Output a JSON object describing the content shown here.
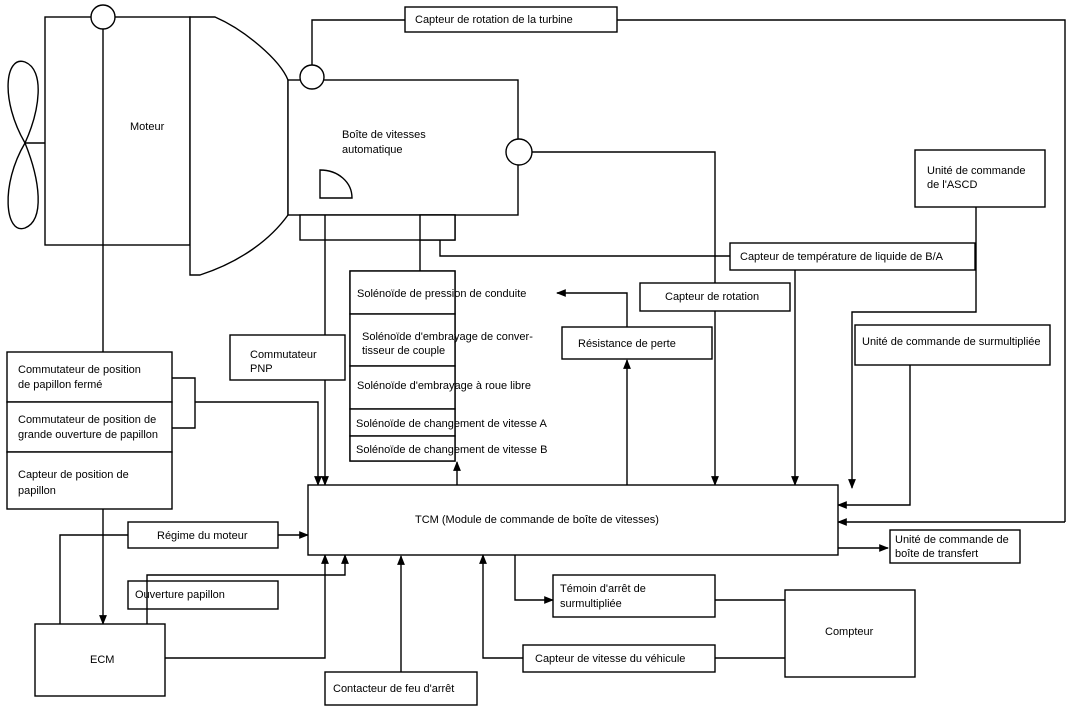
{
  "labels": {
    "engine": "Moteur",
    "gearbox_l1": "Boîte de vitesses",
    "gearbox_l2": "automatique",
    "turbine_sensor": "Capteur de rotation de la turbine",
    "ascd_l1": "Unité de commande",
    "ascd_l2": "de l'ASCD",
    "fluid_temp": "Capteur de température de liquide de B/A",
    "rotation_sensor": "Capteur de rotation",
    "overdrive_l1": "Unité de commande de surmultipliée",
    "sol_line_pressure": "Solénoïde de pression de conduite",
    "sol_tcc_l1": "Solénoïde d'embrayage de conver-",
    "sol_tcc_l2": "tisseur de couple",
    "sol_overrun": "Solénoïde d'embrayage à roue libre",
    "sol_shift_a": "Solénoïde de changement de vitesse A",
    "sol_shift_b": "Solénoïde de changement de vitesse B",
    "dropping_resistor": "Résistance de perte",
    "pnp_l1": "Commutateur",
    "pnp_l2": "PNP",
    "closed_throttle_l1": "Commutateur de position",
    "closed_throttle_l2": "de papillon fermé",
    "wot_l1": "Commutateur de position de",
    "wot_l2": "grande ouverture de papillon",
    "tps_l1": "Capteur de position de",
    "tps_l2": "papillon",
    "engine_speed": "Régime du moteur",
    "throttle_opening": "Ouverture papillon",
    "tcm": "TCM (Module de commande de boîte de vitesses)",
    "transfer_l1": "Unité de commande de",
    "transfer_l2": "boîte de transfert",
    "od_lamp_l1": "Témoin d'arrêt de",
    "od_lamp_l2": "surmultipliée",
    "meter": "Compteur",
    "vss": "Capteur de vitesse du véhicule",
    "ecm": "ECM",
    "brake_switch": "Contacteur de feu d'arrêt"
  }
}
